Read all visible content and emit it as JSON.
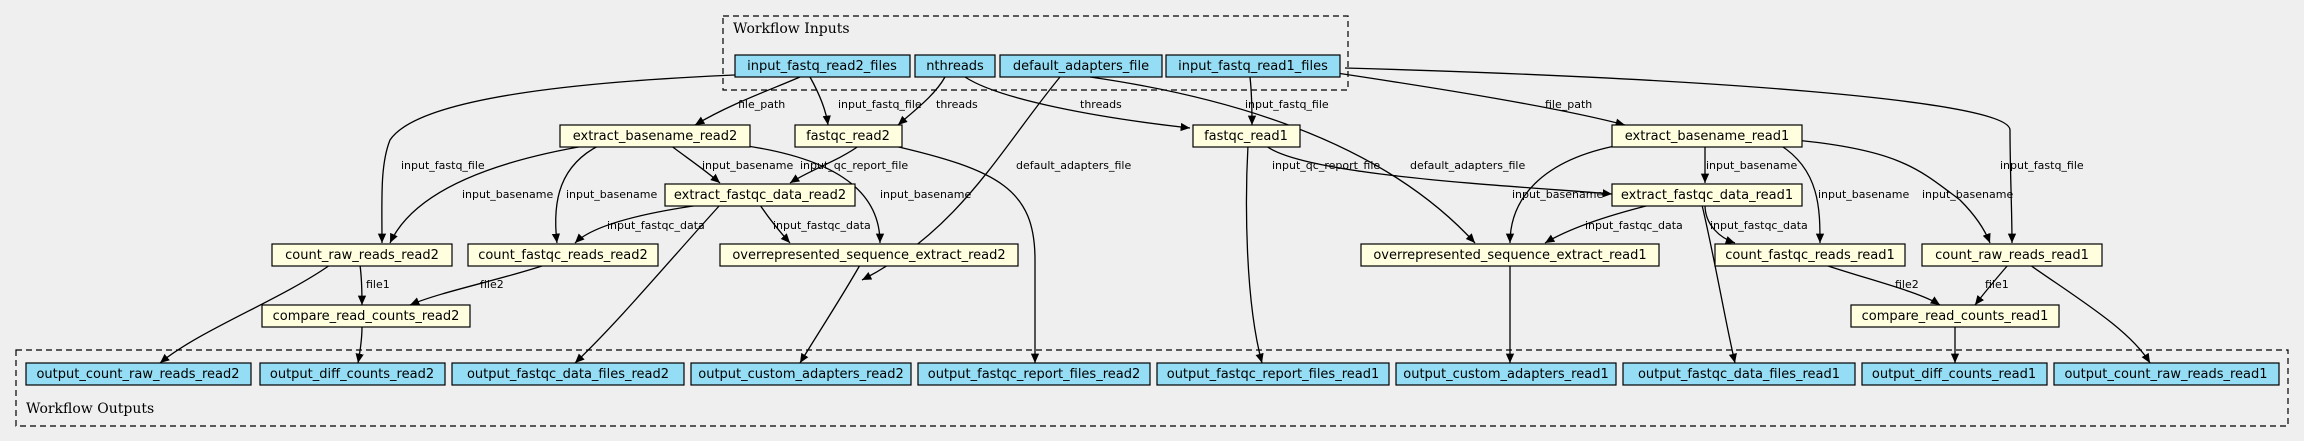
{
  "clusters": {
    "inputs_label": "Workflow Inputs",
    "outputs_label": "Workflow Outputs"
  },
  "colors": {
    "io_fill": "#94ddf4",
    "step_fill": "#ffffe0",
    "background": "#efefef"
  },
  "nodes": {
    "in_read2_files": "input_fastq_read2_files",
    "in_nthreads": "nthreads",
    "in_adapters": "default_adapters_file",
    "in_read1_files": "input_fastq_read1_files",
    "extract_basename_read2": "extract_basename_read2",
    "fastqc_read2": "fastqc_read2",
    "fastqc_read1": "fastqc_read1",
    "extract_basename_read1": "extract_basename_read1",
    "extract_fastqc_data_read2": "extract_fastqc_data_read2",
    "extract_fastqc_data_read1": "extract_fastqc_data_read1",
    "count_raw_reads_read2": "count_raw_reads_read2",
    "count_fastqc_reads_read2": "count_fastqc_reads_read2",
    "overrep_read2": "overrepresented_sequence_extract_read2",
    "overrep_read1": "overrepresented_sequence_extract_read1",
    "count_fastqc_reads_read1": "count_fastqc_reads_read1",
    "count_raw_reads_read1": "count_raw_reads_read1",
    "compare_read2": "compare_read_counts_read2",
    "compare_read1": "compare_read_counts_read1",
    "out_count_raw_read2": "output_count_raw_reads_read2",
    "out_diff_read2": "output_diff_counts_read2",
    "out_fastqc_data_read2": "output_fastqc_data_files_read2",
    "out_custom_adapters_read2": "output_custom_adapters_read2",
    "out_fastqc_report_read2": "output_fastqc_report_files_read2",
    "out_fastqc_report_read1": "output_fastqc_report_files_read1",
    "out_custom_adapters_read1": "output_custom_adapters_read1",
    "out_fastqc_data_read1": "output_fastqc_data_files_read1",
    "out_diff_read1": "output_diff_counts_read1",
    "out_count_raw_read1": "output_count_raw_reads_read1"
  },
  "edge_labels": {
    "file_path": "file_path",
    "input_fastq_file": "input_fastq_file",
    "threads": "threads",
    "input_qc_report_file": "input_qc_report_file",
    "default_adapters_file": "default_adapters_file",
    "input_basename": "input_basename",
    "input_fastqc_data": "input_fastqc_data",
    "file1": "file1",
    "file2": "file2"
  }
}
